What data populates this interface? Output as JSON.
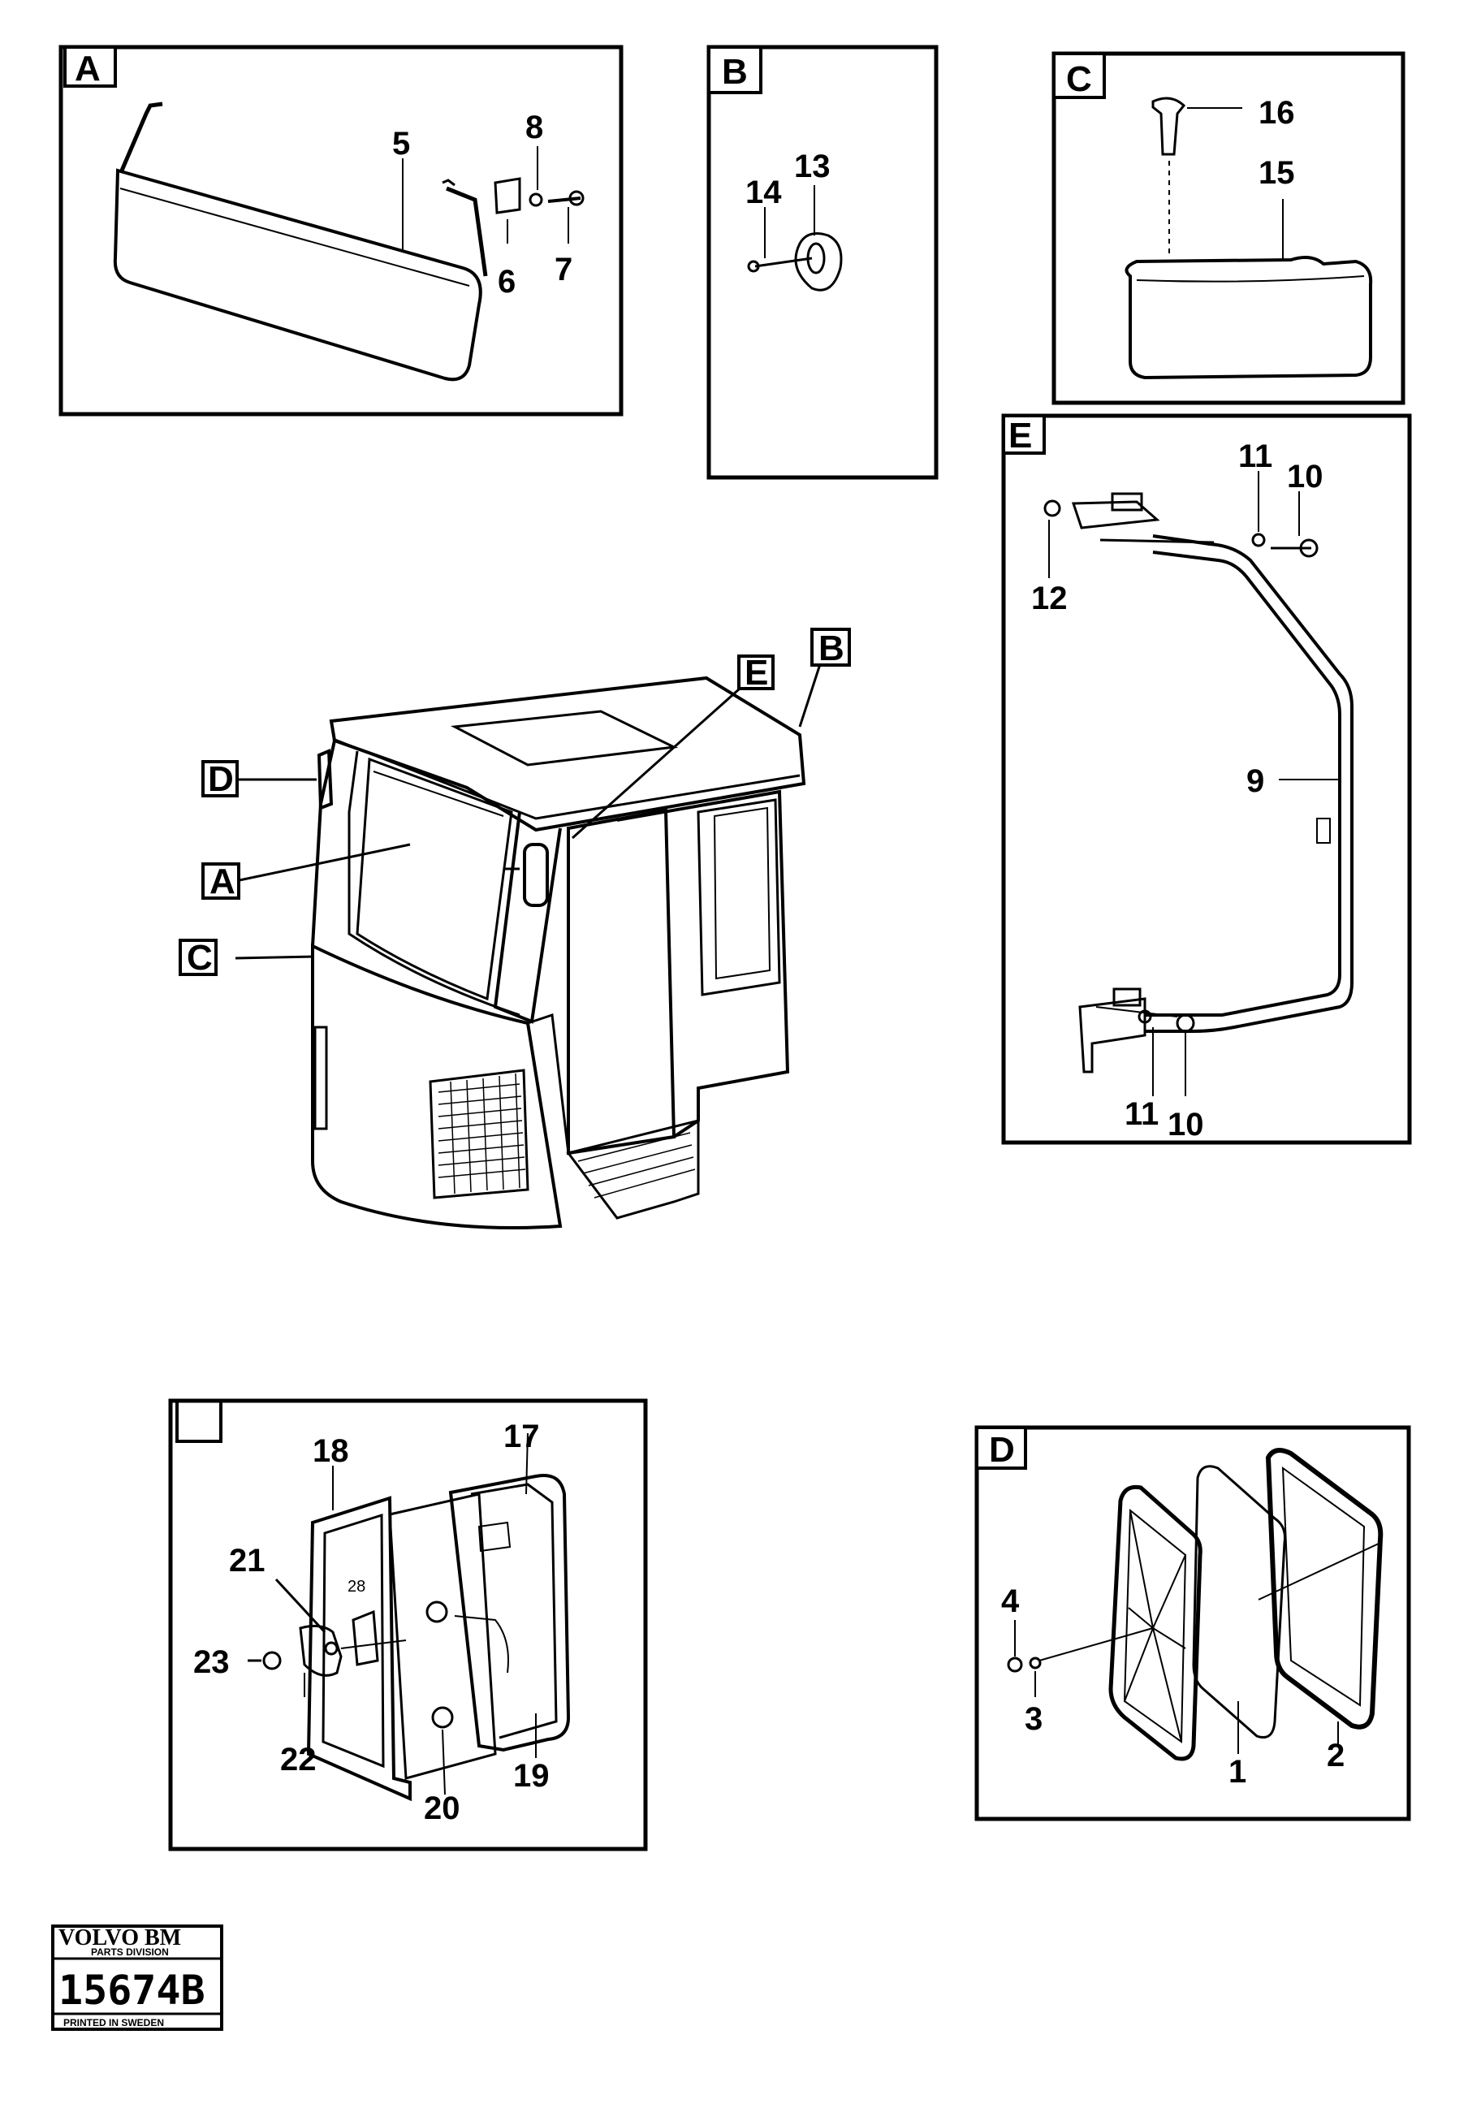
{
  "panels": {
    "A": {
      "tag": "A",
      "labels": [
        "5",
        "8",
        "6",
        "7"
      ]
    },
    "B": {
      "tag": "B",
      "labels": [
        "14",
        "13"
      ]
    },
    "C": {
      "tag": "C",
      "labels": [
        "16",
        "15"
      ]
    },
    "E": {
      "tag": "E",
      "labels": [
        "11",
        "10",
        "12",
        "9",
        "11",
        "10"
      ]
    },
    "lamp": {
      "tag": "",
      "labels": [
        "18",
        "17",
        "21",
        "28",
        "23",
        "22",
        "20",
        "19"
      ]
    },
    "D": {
      "tag": "D",
      "labels": [
        "4",
        "3",
        "1",
        "2"
      ]
    }
  },
  "cab_callouts": [
    "E",
    "B",
    "D",
    "A",
    "C"
  ],
  "stamp": {
    "brand": "VOLVO BM",
    "division": "PARTS DIVISION",
    "number": "15674B",
    "printed": "PRINTED IN SWEDEN"
  }
}
